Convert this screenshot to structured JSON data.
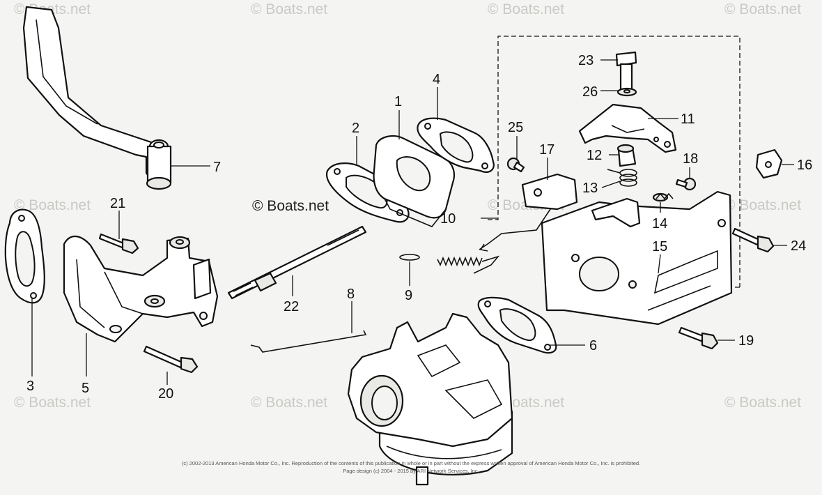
{
  "watermark": {
    "text": "© Boats.net",
    "center_text": "© Boats.net"
  },
  "callouts": {
    "p1": "1",
    "p2": "2",
    "p3": "3",
    "p4": "4",
    "p5": "5",
    "p6": "6",
    "p7": "7",
    "p8": "8",
    "p9": "9",
    "p10": "10",
    "p11": "11",
    "p12": "12",
    "p13": "13",
    "p14": "14",
    "p15": "15",
    "p16": "16",
    "p17": "17",
    "p18": "18",
    "p19": "19",
    "p20": "20",
    "p21": "21",
    "p22": "22",
    "p23": "23",
    "p24": "24",
    "p25": "25",
    "p26": "26"
  },
  "footer": {
    "line1": "(c) 2002-2013 American Honda Motor Co., Inc. Reproduction of the contents of this publication in whole or in part without the express written approval of American Honda Motor Co., Inc. is prohibited.",
    "line2": "Page design (c) 2004 - 2015 by ARI Network Services, Inc."
  }
}
